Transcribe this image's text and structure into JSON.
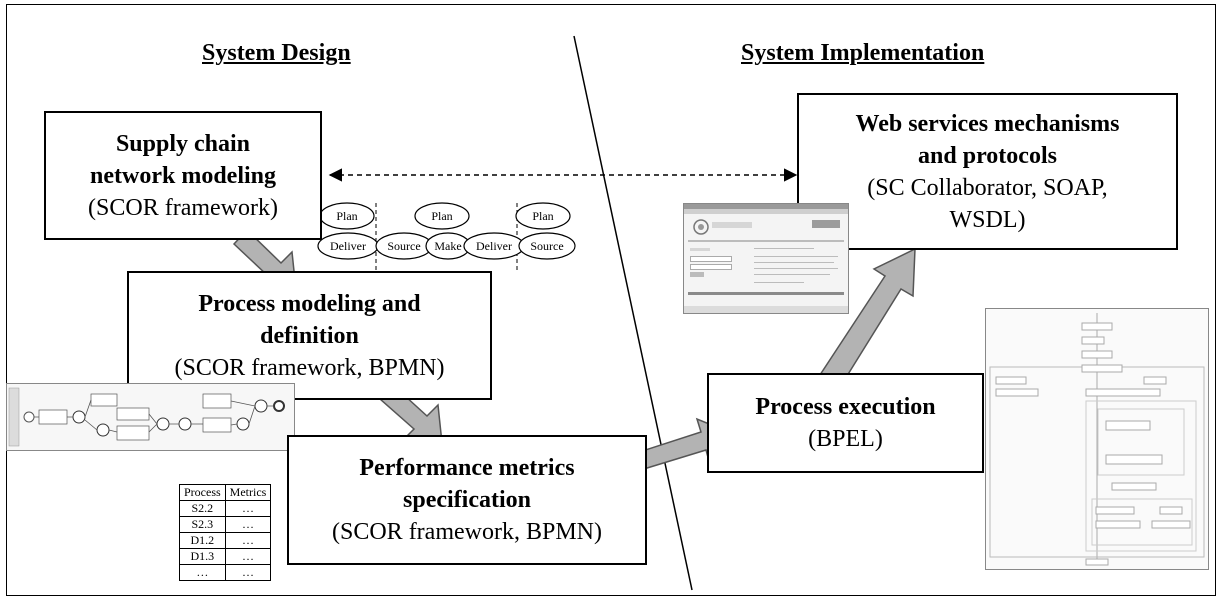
{
  "headings": {
    "design": "System Design",
    "implementation": "System Implementation"
  },
  "boxes": {
    "supply_chain": {
      "title_line1": "Supply chain",
      "title_line2": "network modeling",
      "detail": "(SCOR framework)"
    },
    "process_modeling": {
      "title_line1": "Process modeling and",
      "title_line2": "definition",
      "detail": "(SCOR framework, BPMN)"
    },
    "performance": {
      "title_line1": "Performance metrics",
      "title_line2": "specification",
      "detail": "(SCOR framework, BPMN)"
    },
    "process_execution": {
      "title": "Process execution",
      "detail": "(BPEL)"
    },
    "web_services": {
      "title_line1": "Web services mechanisms",
      "title_line2": "and protocols",
      "detail_line1": "(SC Collaborator, SOAP,",
      "detail_line2": "WSDL)"
    }
  },
  "scor_nodes": {
    "plan": "Plan",
    "deliver": "Deliver",
    "source": "Source",
    "make": "Make"
  },
  "metrics_table": {
    "headers": [
      "Process",
      "Metrics"
    ],
    "rows": [
      [
        "S2.2",
        "…"
      ],
      [
        "S2.3",
        "…"
      ],
      [
        "D1.2",
        "…"
      ],
      [
        "D1.3",
        "…"
      ],
      [
        "…",
        "…"
      ]
    ]
  }
}
